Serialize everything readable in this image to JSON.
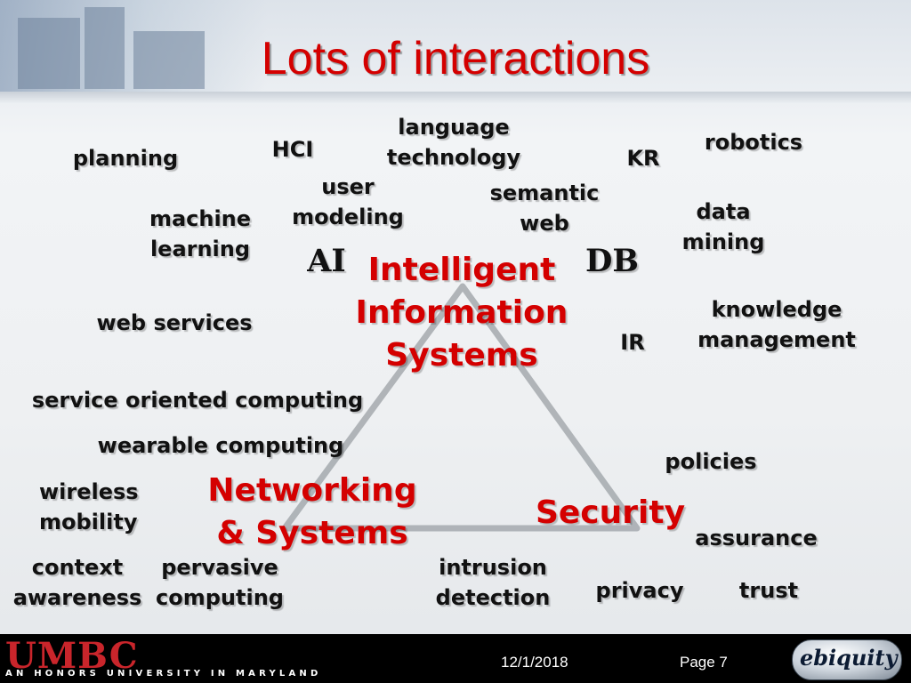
{
  "slide": {
    "title": "Lots of interactions",
    "areas": {
      "ai": "AI",
      "db": "DB",
      "iis": "Intelligent Information Systems",
      "networking": "Networking & Systems",
      "security": "Security"
    },
    "topics": [
      "language technology",
      "robotics",
      "planning",
      "HCI",
      "KR",
      "user modeling",
      "semantic web",
      "machine learning",
      "data mining",
      "knowledge management",
      "web services",
      "IR",
      "service oriented computing",
      "wearable computing",
      "policies",
      "wireless mobility",
      "assurance",
      "context awareness",
      "pervasive computing",
      "intrusion detection",
      "privacy",
      "trust"
    ]
  },
  "footer": {
    "logo_text": "UMBC",
    "motto": "AN HONORS UNIVERSITY IN MARYLAND",
    "date": "12/1/2018",
    "page": "Page 7",
    "brand": "ebiquity"
  },
  "colors": {
    "title": "#d40000",
    "area_red": "#d40000",
    "footer_bg": "#000000",
    "umbc_red": "#c9252b"
  }
}
